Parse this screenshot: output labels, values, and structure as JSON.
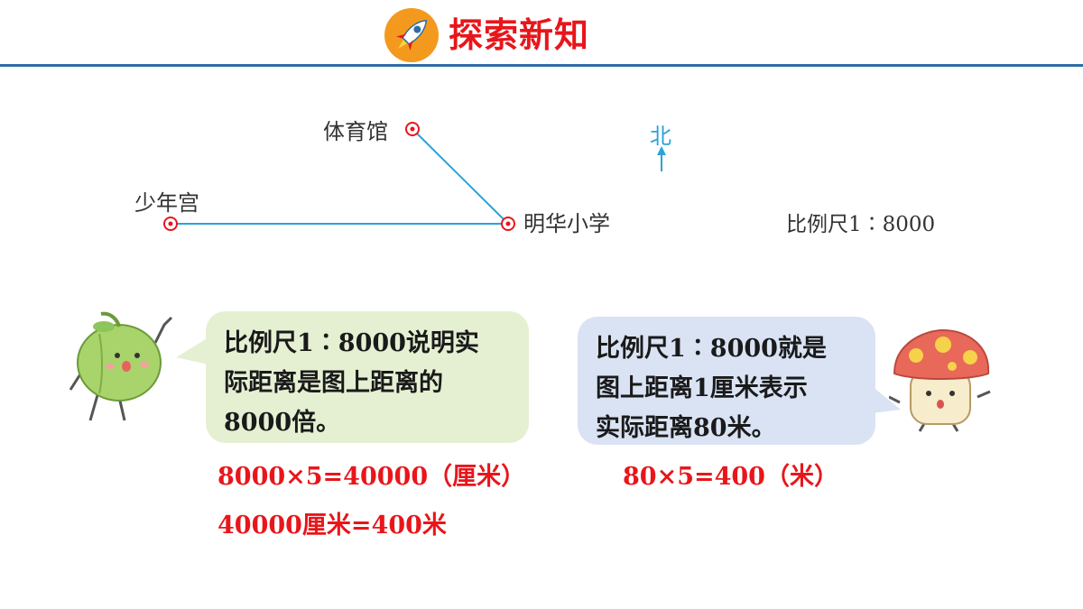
{
  "header": {
    "title": "探索新知",
    "icon": "rocket-icon",
    "accent_color": "#e8161b",
    "line_color": "#2e6da6"
  },
  "map": {
    "places": {
      "gym": "体育馆",
      "youth_palace": "少年宫",
      "school": "明华小学"
    },
    "north": "北",
    "scale": "比例尺1∶8000",
    "line_color": "#2aa3d8",
    "marker_color": "#e8161b"
  },
  "left_bubble": {
    "lines": [
      "比例尺1∶8000说明实",
      "际距离是图上距离的",
      "8000倍。"
    ],
    "character": "green-pepper-character"
  },
  "right_bubble": {
    "lines": [
      "比例尺1∶8000就是",
      "图上距离1厘米表示",
      "实际距离80米。"
    ],
    "character": "mushroom-character"
  },
  "calculations": {
    "left_line1": "8000×5=40000（厘米）",
    "left_line2": "40000厘米=400米",
    "right_line1": "80×5=400（米）"
  }
}
